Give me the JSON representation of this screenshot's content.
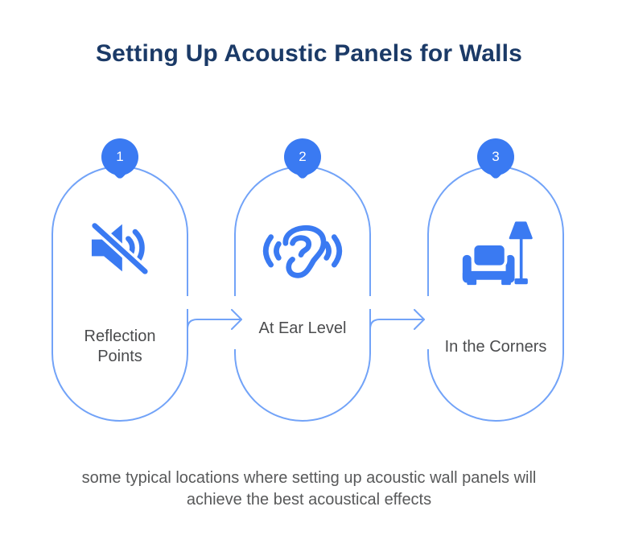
{
  "title": "Setting Up Acoustic Panels for Walls",
  "steps": [
    {
      "number": "1",
      "label": "Reflection Points",
      "icon": "volume-mute-icon"
    },
    {
      "number": "2",
      "label": "At Ear Level",
      "icon": "ear-listening-icon"
    },
    {
      "number": "3",
      "label": "In the Corners",
      "icon": "armchair-floor-lamp-icon"
    }
  ],
  "caption_line1": "some typical locations where setting up acoustic wall panels will",
  "caption_line2": "achieve the best acoustical effects",
  "colors": {
    "primary_blue": "#3a7af2",
    "outline_blue": "#72a3f8",
    "title_navy": "#1b3a67",
    "label_gray": "#4b4c4e",
    "caption_gray": "#58595a",
    "background": "#ffffff"
  }
}
